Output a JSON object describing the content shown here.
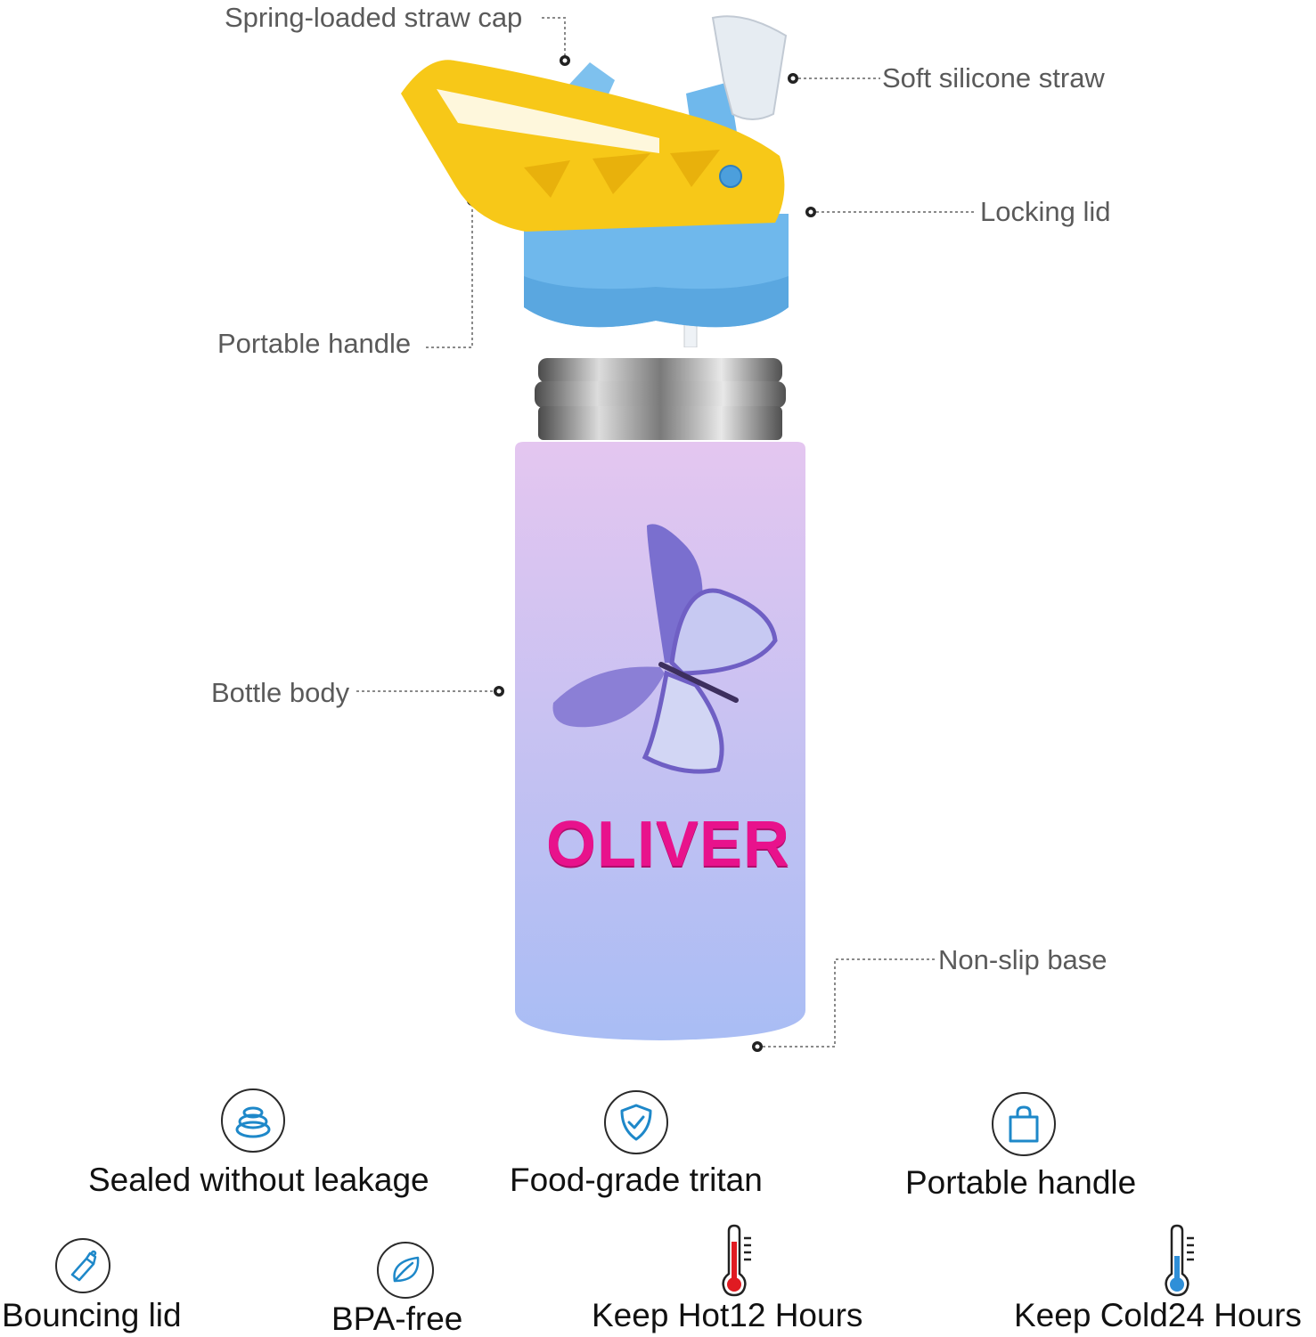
{
  "callouts": {
    "spring_cap": "Spring-loaded straw cap",
    "silicone_straw": "Soft silicone straw",
    "locking_lid": "Locking lid",
    "portable_handle": "Portable handle",
    "bottle_body": "Bottle body",
    "non_slip_base": "Non-slip base"
  },
  "bottle": {
    "name_print": "OLIVER",
    "name_color": "#e8128c",
    "body_gradient_top": "#e4c6f0",
    "body_gradient_bottom": "#a9bdf4",
    "lid_yellow": "#f7c818",
    "lid_blue": "#6fb8ec"
  },
  "features": [
    {
      "label": "Sealed without leakage",
      "icon": "seal-rings-icon"
    },
    {
      "label": "Food-grade tritan",
      "icon": "shield-check-icon"
    },
    {
      "label": "Portable handle",
      "icon": "shopping-bag-icon"
    },
    {
      "label": "Bouncing lid",
      "icon": "bouncing-lid-icon"
    },
    {
      "label": "BPA-free",
      "icon": "leaf-icon"
    },
    {
      "label": "Keep Hot12 Hours",
      "icon": "thermometer-hot-icon"
    },
    {
      "label": "Keep Cold24 Hours",
      "icon": "thermometer-cold-icon"
    }
  ],
  "colors": {
    "icon_blue": "#1e88c9",
    "thermo_red": "#e01b22",
    "thermo_blue": "#2f8fd8"
  }
}
